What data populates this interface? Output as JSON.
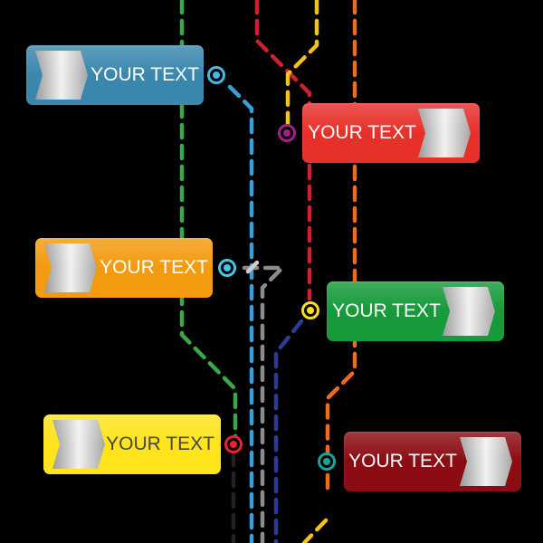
{
  "labels": [
    {
      "text": "YOUR TEXT",
      "color": "#3a87ae",
      "textColor": "#ffffff",
      "tab": "left"
    },
    {
      "text": "YOUR TEXT",
      "color": "#e8302b",
      "textColor": "#ffffff",
      "tab": "right"
    },
    {
      "text": "YOUR TEXT",
      "color": "#f39a10",
      "textColor": "#ffffff",
      "tab": "left"
    },
    {
      "text": "YOUR TEXT",
      "color": "#169a3a",
      "textColor": "#ffffff",
      "tab": "right"
    },
    {
      "text": "YOUR TEXT",
      "color": "#ffe41c",
      "textColor": "#444444",
      "tab": "left"
    },
    {
      "text": "YOUR TEXT",
      "color": "#8b0c12",
      "textColor": "#ffffff",
      "tab": "right"
    }
  ],
  "stations": [
    {
      "color": "#45b8e6"
    },
    {
      "color": "#a51f8c"
    },
    {
      "color": "#45c4e6"
    },
    {
      "color": "#ffdc1c"
    },
    {
      "color": "#e82330"
    },
    {
      "color": "#1aa39a"
    }
  ],
  "routes": [
    {
      "name": "green-line",
      "color": "#3aa84a"
    },
    {
      "name": "blue-line",
      "color": "#3a9fd8"
    },
    {
      "name": "red-line",
      "color": "#d11f2e"
    },
    {
      "name": "yellow-line",
      "color": "#f5c318"
    },
    {
      "name": "orange-line",
      "color": "#ec6c1c"
    },
    {
      "name": "grey-line",
      "color": "#8c8c8c"
    },
    {
      "name": "navy-line",
      "color": "#2b3b96"
    },
    {
      "name": "black-line",
      "color": "#222222"
    },
    {
      "name": "light-grey-line",
      "color": "#cfcfcf"
    }
  ]
}
